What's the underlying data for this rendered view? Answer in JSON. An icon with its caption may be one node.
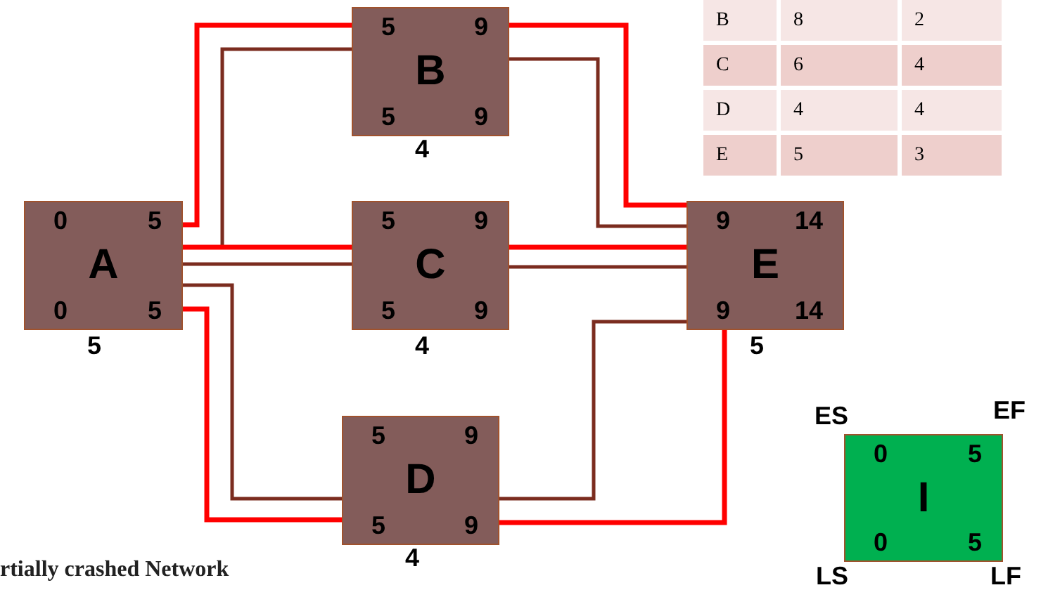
{
  "diagram": {
    "nodes": [
      {
        "text": [
          "A",
          "0",
          "5",
          "0",
          "5"
        ],
        "beside": [
          "5"
        ]
      },
      {
        "text": [
          "B",
          "5",
          "9",
          "5",
          "9"
        ],
        "beside": [
          "4"
        ]
      },
      {
        "text": [
          "C",
          "5",
          "9",
          "5",
          "9"
        ],
        "beside": [
          "4"
        ]
      },
      {
        "text": [
          "D",
          "5",
          "9",
          "5",
          "9"
        ],
        "beside": [
          "4"
        ]
      },
      {
        "text": [
          "E",
          "9",
          "14",
          "9",
          "14"
        ],
        "beside": [
          "5"
        ]
      },
      {
        "text": [
          "I",
          "0",
          "5",
          "0",
          "5"
        ],
        "beside": [
          "ES",
          "EF",
          "LS",
          "LF"
        ]
      }
    ],
    "edges": [
      {
        "from": 0,
        "to": 1,
        "arrow": "none",
        "color": "#ff0000"
      },
      {
        "from": 0,
        "to": 1,
        "arrow": "none",
        "color": "#7b2c1f"
      },
      {
        "from": 0,
        "to": 2,
        "arrow": "none",
        "color": "#ff0000"
      },
      {
        "from": 0,
        "to": 2,
        "arrow": "none",
        "color": "#7b2c1f"
      },
      {
        "from": 0,
        "to": 3,
        "arrow": "none",
        "color": "#7b2c1f"
      },
      {
        "from": 0,
        "to": 3,
        "arrow": "none",
        "color": "#ff0000"
      },
      {
        "from": 1,
        "to": 4,
        "arrow": "none",
        "color": "#ff0000"
      },
      {
        "from": 1,
        "to": 4,
        "arrow": "none",
        "color": "#7b2c1f"
      },
      {
        "from": 2,
        "to": 4,
        "arrow": "none",
        "color": "#ff0000"
      },
      {
        "from": 2,
        "to": 4,
        "arrow": "none",
        "color": "#7b2c1f"
      },
      {
        "from": 3,
        "to": 4,
        "arrow": "none",
        "color": "#7b2c1f"
      },
      {
        "from": 3,
        "to": 4,
        "arrow": "none",
        "color": "#ff0000"
      }
    ],
    "labels": [
      "B",
      "8",
      "2",
      "C",
      "6",
      "4",
      "D",
      "4",
      "4",
      "E",
      "5",
      "3",
      "rtially crashed Network"
    ]
  }
}
